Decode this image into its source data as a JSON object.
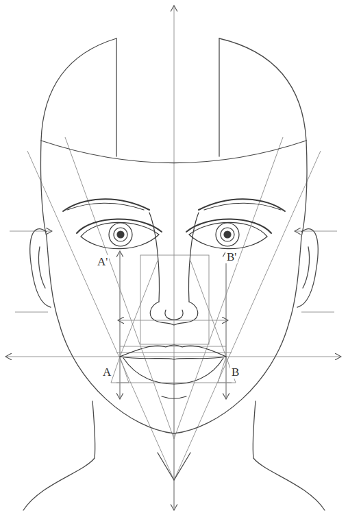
{
  "diagram": {
    "labels": [
      "A'",
      "B'",
      "A",
      "B"
    ]
  }
}
